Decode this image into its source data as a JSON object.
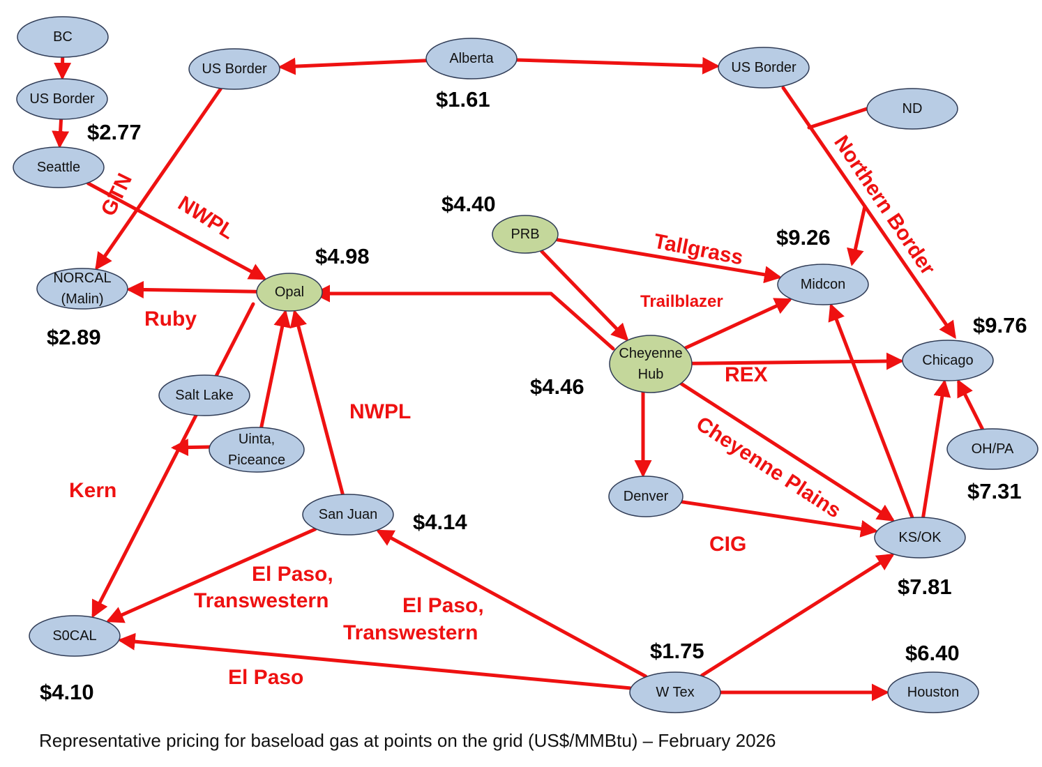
{
  "colors": {
    "pipeline": "#ee1111",
    "node_fill": "#b8cce4",
    "hub_fill": "#c4d79b",
    "price_text": "#000000"
  },
  "caption": "Representative pricing for baseload gas at points on the grid (US$/MMBtu) – February 2026",
  "nodes": {
    "bc": {
      "label": [
        "BC"
      ],
      "type": "point"
    },
    "us_border_west": {
      "label": [
        "US Border"
      ],
      "type": "point"
    },
    "seattle": {
      "label": [
        "Seattle"
      ],
      "type": "point"
    },
    "us_border_north": {
      "label": [
        "US Border"
      ],
      "type": "point"
    },
    "alberta": {
      "label": [
        "Alberta"
      ],
      "type": "point"
    },
    "us_border_east": {
      "label": [
        "US Border"
      ],
      "type": "point"
    },
    "nd": {
      "label": [
        "ND"
      ],
      "type": "point"
    },
    "prb": {
      "label": [
        "PRB"
      ],
      "type": "hub"
    },
    "opal": {
      "label": [
        "Opal"
      ],
      "type": "hub"
    },
    "norcal": {
      "label": [
        "NORCAL",
        "(Malin)"
      ],
      "type": "point"
    },
    "midcon": {
      "label": [
        "Midcon"
      ],
      "type": "point"
    },
    "cheyenne": {
      "label": [
        "Cheyenne",
        "Hub"
      ],
      "type": "hub"
    },
    "chicago": {
      "label": [
        "Chicago"
      ],
      "type": "point"
    },
    "salt_lake": {
      "label": [
        "Salt Lake"
      ],
      "type": "point"
    },
    "uinta": {
      "label": [
        "Uinta,",
        "Piceance"
      ],
      "type": "point"
    },
    "ohpa": {
      "label": [
        "OH/PA"
      ],
      "type": "point"
    },
    "denver": {
      "label": [
        "Denver"
      ],
      "type": "point"
    },
    "san_juan": {
      "label": [
        "San Juan"
      ],
      "type": "point"
    },
    "ksok": {
      "label": [
        "KS/OK"
      ],
      "type": "point"
    },
    "socal": {
      "label": [
        "S0CAL"
      ],
      "type": "point"
    },
    "wtex": {
      "label": [
        "W Tex"
      ],
      "type": "point"
    },
    "houston": {
      "label": [
        "Houston"
      ],
      "type": "point"
    }
  },
  "prices": [
    {
      "id": "alberta",
      "text": "$1.61"
    },
    {
      "id": "us_border_west",
      "text": "$2.77"
    },
    {
      "id": "prb",
      "text": "$4.40"
    },
    {
      "id": "opal",
      "text": "$4.98"
    },
    {
      "id": "midcon",
      "text": "$9.26"
    },
    {
      "id": "norcal",
      "text": "$2.89"
    },
    {
      "id": "chicago",
      "text": "$9.76"
    },
    {
      "id": "cheyenne",
      "text": "$4.46"
    },
    {
      "id": "ohpa",
      "text": "$7.31"
    },
    {
      "id": "san_juan",
      "text": "$4.14"
    },
    {
      "id": "ksok",
      "text": "$7.81"
    },
    {
      "id": "wtex",
      "text": "$1.75"
    },
    {
      "id": "houston",
      "text": "$6.40"
    },
    {
      "id": "socal",
      "text": "$4.10"
    }
  ],
  "pipelines": [
    {
      "id": "gtn",
      "text": "GTN"
    },
    {
      "id": "nwpl_north",
      "text": "NWPL"
    },
    {
      "id": "ruby",
      "text": "Ruby"
    },
    {
      "id": "tallgrass",
      "text": "Tallgrass"
    },
    {
      "id": "trailblazer",
      "text": "Trailblazer"
    },
    {
      "id": "northern_border",
      "text": "Northern Border"
    },
    {
      "id": "rex",
      "text": "REX"
    },
    {
      "id": "cheyenne_plains",
      "text": "Cheyenne Plains"
    },
    {
      "id": "nwpl_south",
      "text": "NWPL"
    },
    {
      "id": "kern",
      "text": "Kern"
    },
    {
      "id": "cig",
      "text": "CIG"
    },
    {
      "id": "el_paso_transwestern_1",
      "text": [
        "El Paso,",
        "Transwestern"
      ]
    },
    {
      "id": "el_paso_transwestern_2",
      "text": [
        "El Paso,",
        "Transwestern"
      ]
    },
    {
      "id": "el_paso",
      "text": "El Paso"
    }
  ],
  "flows": [
    {
      "from": "bc",
      "to": "us_border_west"
    },
    {
      "from": "us_border_west",
      "to": "seattle"
    },
    {
      "from": "alberta",
      "to": "us_border_north"
    },
    {
      "from": "alberta",
      "to": "us_border_east"
    },
    {
      "from": "us_border_north",
      "to": "norcal"
    },
    {
      "from": "seattle",
      "to": "opal"
    },
    {
      "from": "opal",
      "to": "norcal"
    },
    {
      "from": "cheyenne",
      "to": "opal"
    },
    {
      "from": "prb",
      "to": "midcon"
    },
    {
      "from": "prb",
      "to": "cheyenne"
    },
    {
      "from": "us_border_east",
      "to": "chicago"
    },
    {
      "from": "nd",
      "to": "northern_border"
    },
    {
      "from": "northern_border",
      "to": "midcon"
    },
    {
      "from": "cheyenne",
      "to": "midcon"
    },
    {
      "from": "cheyenne",
      "to": "chicago"
    },
    {
      "from": "cheyenne",
      "to": "ksok"
    },
    {
      "from": "cheyenne",
      "to": "denver"
    },
    {
      "from": "denver",
      "to": "ksok"
    },
    {
      "from": "ksok",
      "to": "midcon"
    },
    {
      "from": "ksok",
      "to": "chicago"
    },
    {
      "from": "ohpa",
      "to": "chicago"
    },
    {
      "from": "uinta",
      "to": "opal"
    },
    {
      "from": "uinta",
      "to": "kern"
    },
    {
      "from": "opal",
      "to": "socal"
    },
    {
      "from": "san_juan",
      "to": "opal"
    },
    {
      "from": "san_juan",
      "to": "socal"
    },
    {
      "from": "wtex",
      "to": "san_juan"
    },
    {
      "from": "wtex",
      "to": "socal"
    },
    {
      "from": "wtex",
      "to": "ksok"
    },
    {
      "from": "wtex",
      "to": "houston"
    }
  ]
}
